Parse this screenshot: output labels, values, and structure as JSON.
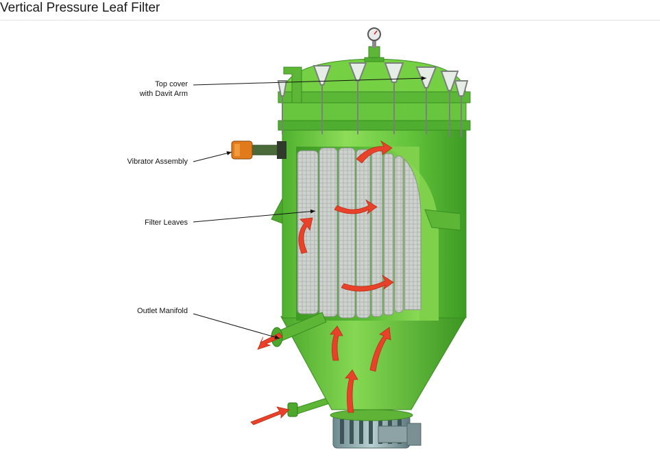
{
  "header": {
    "title": "Vertical Pressure Leaf Filter"
  },
  "callouts": [
    {
      "line1": "Top cover",
      "line2": "with Davit Arm"
    },
    {
      "line1": "Vibrator Assembly"
    },
    {
      "line1": "Filter Leaves"
    },
    {
      "line1": "Outlet Manifold"
    }
  ],
  "colors": {
    "vessel_green": "#6ccc3e",
    "vessel_dark": "#3f9a26",
    "vessel_light": "#9be266",
    "flow_arrow": "#e8432a",
    "vibrator_orange": "#e07a1a",
    "leaf_grey": "#c9ccc9"
  },
  "icons": [
    "pressure-gauge-icon",
    "clamp-bolt-icon",
    "flow-arrow-icon"
  ]
}
